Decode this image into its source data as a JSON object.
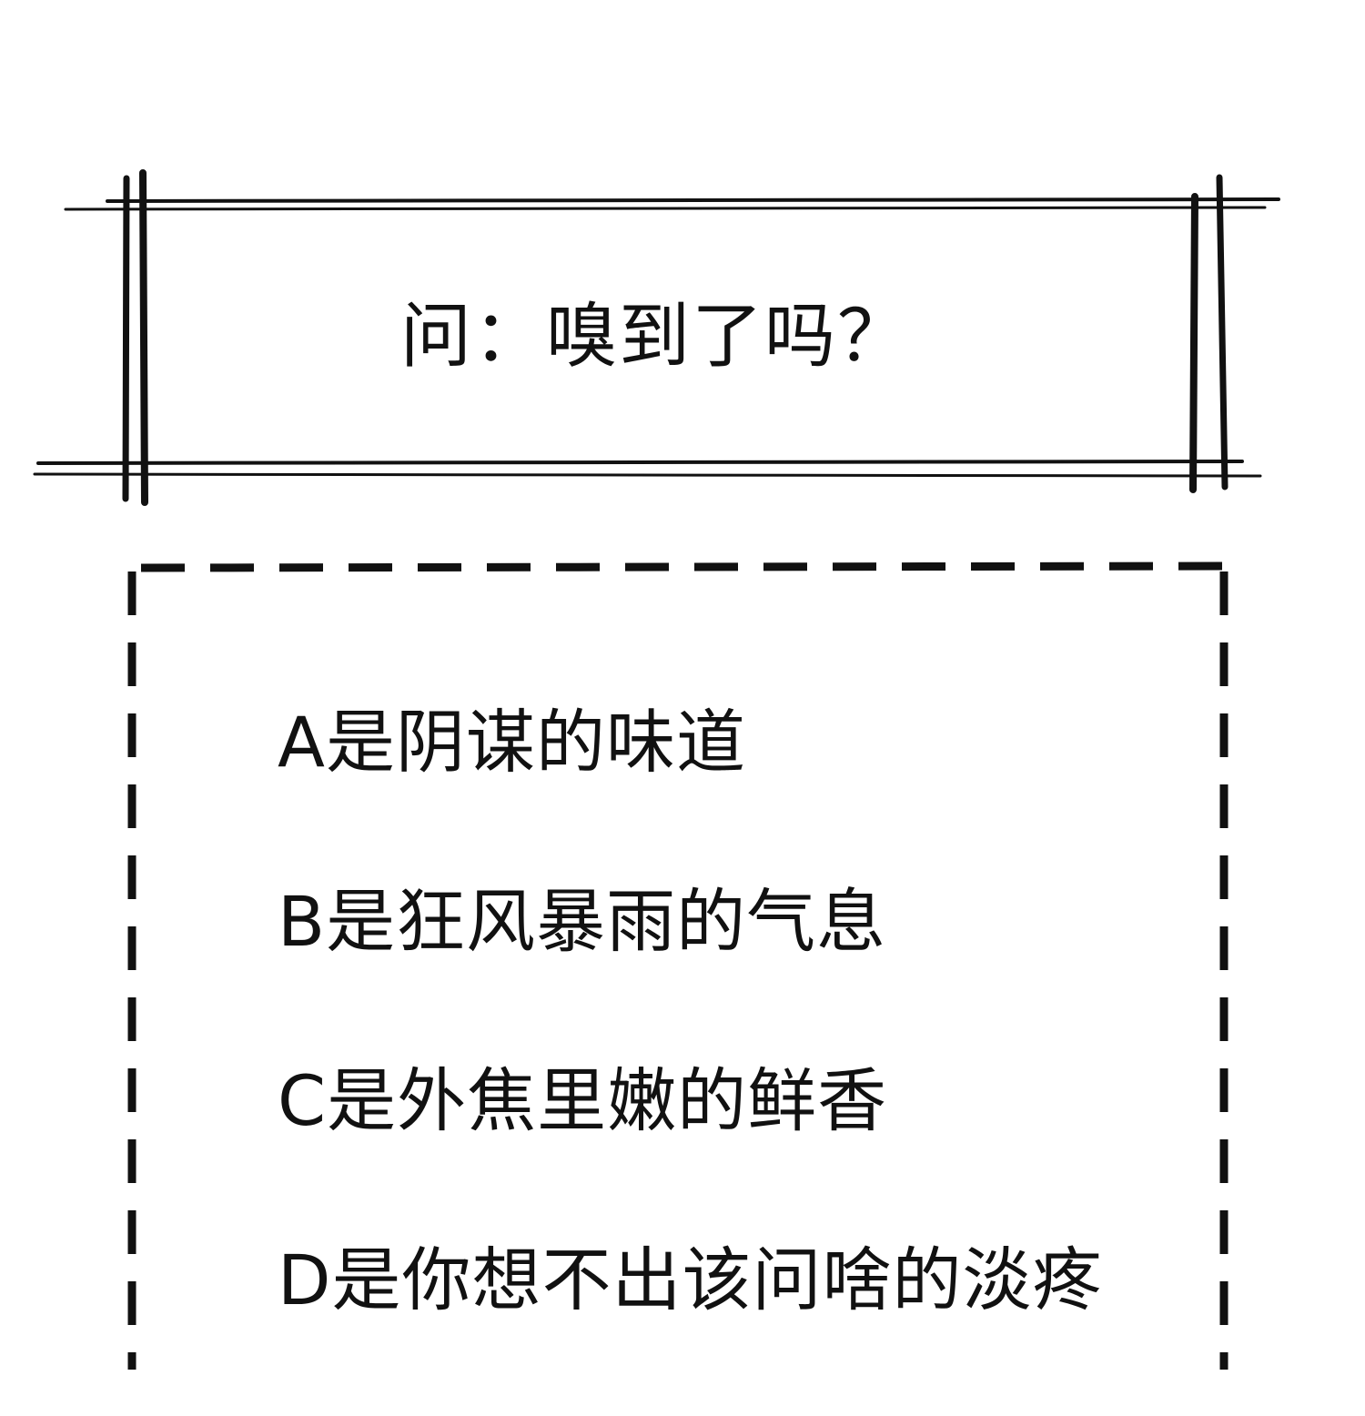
{
  "question": {
    "text": "问：嗅到了吗？"
  },
  "options": [
    {
      "text": "A是阴谋的味道"
    },
    {
      "text": "B是狂风暴雨的气息"
    },
    {
      "text": "C是外焦里嫩的鲜香"
    },
    {
      "text": "D是你想不出该问啥的淡疼"
    }
  ],
  "colors": {
    "ink": "#111111",
    "background": "#ffffff"
  }
}
